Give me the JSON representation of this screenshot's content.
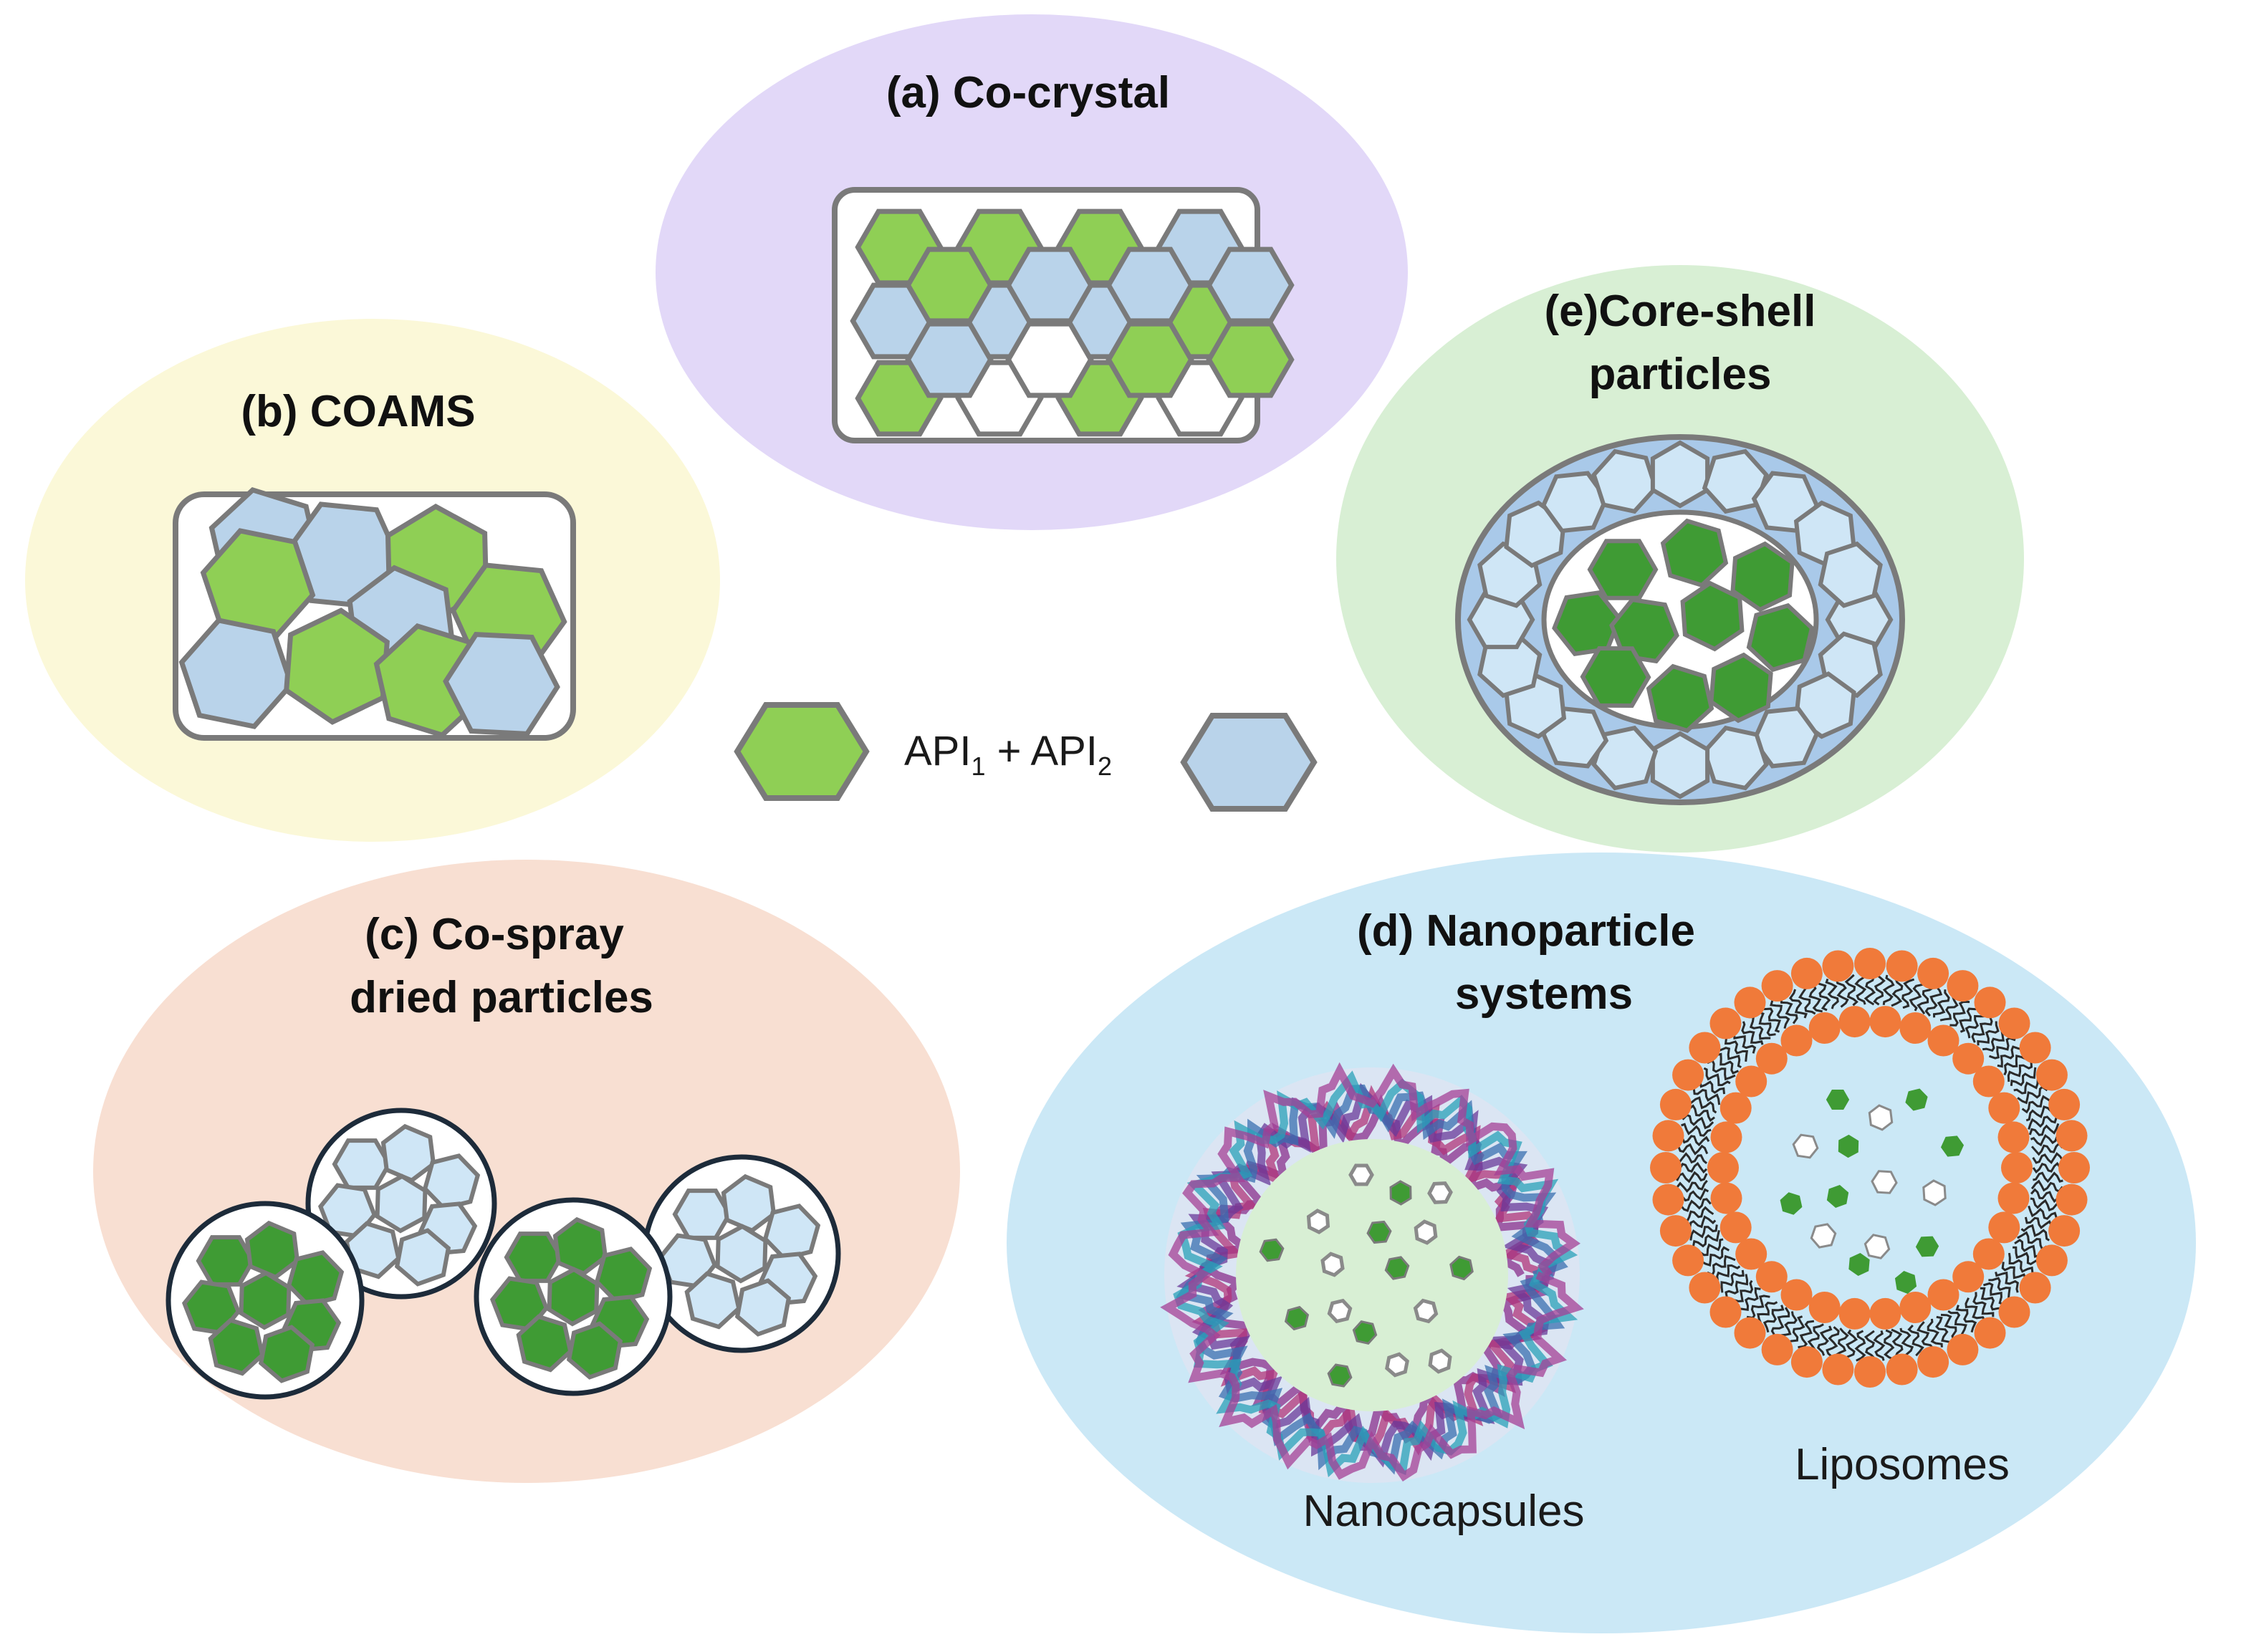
{
  "panels": {
    "cocrystal": {
      "title": "(a) Co-crystal"
    },
    "coams": {
      "title": "(b) COAMS"
    },
    "cospray": {
      "title_line1": "(c) Co-spray",
      "title_line2": "dried particles"
    },
    "nanoparticle": {
      "title_line1": "(d) Nanoparticle",
      "title_line2": "systems",
      "nanocapsules_label": "Nanocapsules",
      "liposomes_label": "Liposomes"
    },
    "coreshell": {
      "title_line1": "(e)Core-shell",
      "title_line2": "particles"
    }
  },
  "legend": {
    "api1": "API",
    "api1_sub": "1",
    "plus": " + ",
    "api2": "API",
    "api2_sub": "2"
  },
  "colors": {
    "api1_green": "#8fcf55",
    "api1_dark_green": "#3f9b34",
    "api2_blue": "#b9d3ea",
    "api2_light_blue": "#cfe6f6",
    "cocrystal_bg": "#e2d8f8",
    "coams_bg": "#fbf8d8",
    "cospray_bg": "#f8dfd2",
    "coreshell_bg": "#d8efd4",
    "nanoparticle_bg": "#cbe8f6",
    "liposome_orange": "#f07a3a",
    "outline_gray": "#7a7a7a"
  }
}
